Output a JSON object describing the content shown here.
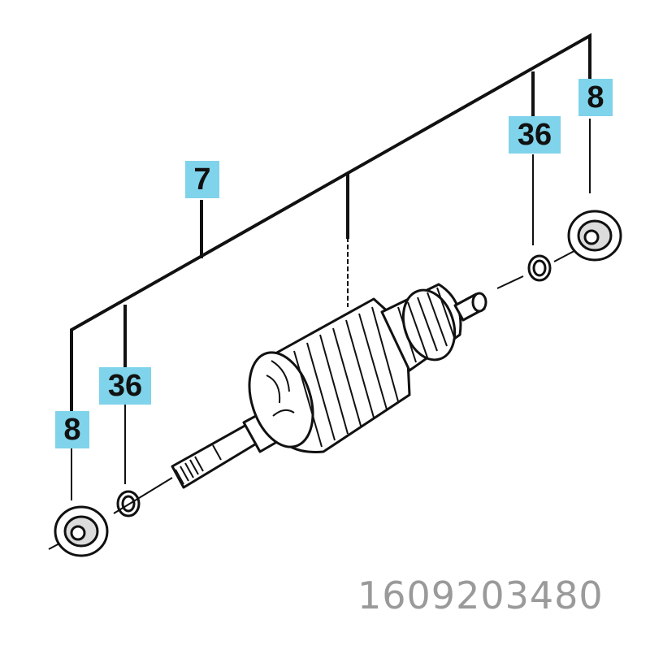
{
  "callouts": {
    "armature": "7",
    "bearing_left": "8",
    "washer_left": "36",
    "washer_right": "36",
    "bearing_right": "8"
  },
  "document_number": "1609203480",
  "colors": {
    "callout_fill": "#7fd3ea",
    "line": "#111111",
    "doc_number": "#9a9a9a"
  }
}
